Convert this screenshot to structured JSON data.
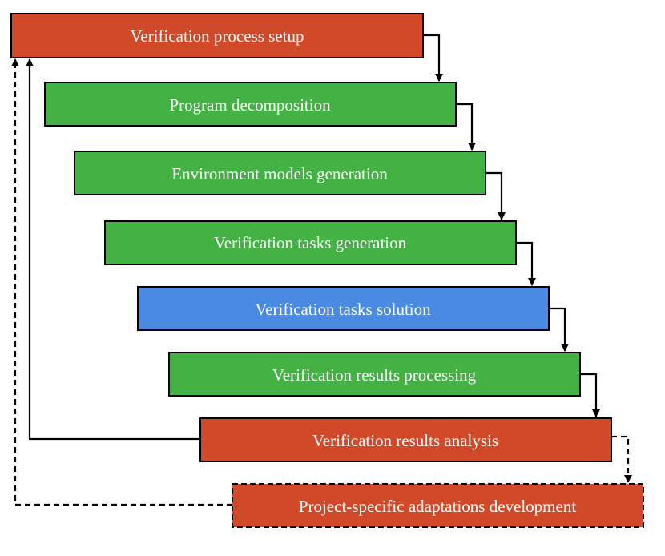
{
  "colors": {
    "setup": "#d04a2a",
    "analysis": "#d04a2a",
    "adaptation": "#d04a2a",
    "automatic": "#43b143",
    "solution": "#4a8ae3"
  },
  "steps": [
    {
      "label": "Verification process setup",
      "fill": "setup"
    },
    {
      "label": "Program decomposition",
      "fill": "automatic"
    },
    {
      "label": "Environment models generation",
      "fill": "automatic"
    },
    {
      "label": "Verification tasks generation",
      "fill": "automatic"
    },
    {
      "label": "Verification tasks solution",
      "fill": "solution"
    },
    {
      "label": "Verification results processing",
      "fill": "automatic"
    },
    {
      "label": "Verification results analysis",
      "fill": "analysis"
    },
    {
      "label": "Project-specific adaptations development",
      "fill": "adaptation"
    }
  ]
}
